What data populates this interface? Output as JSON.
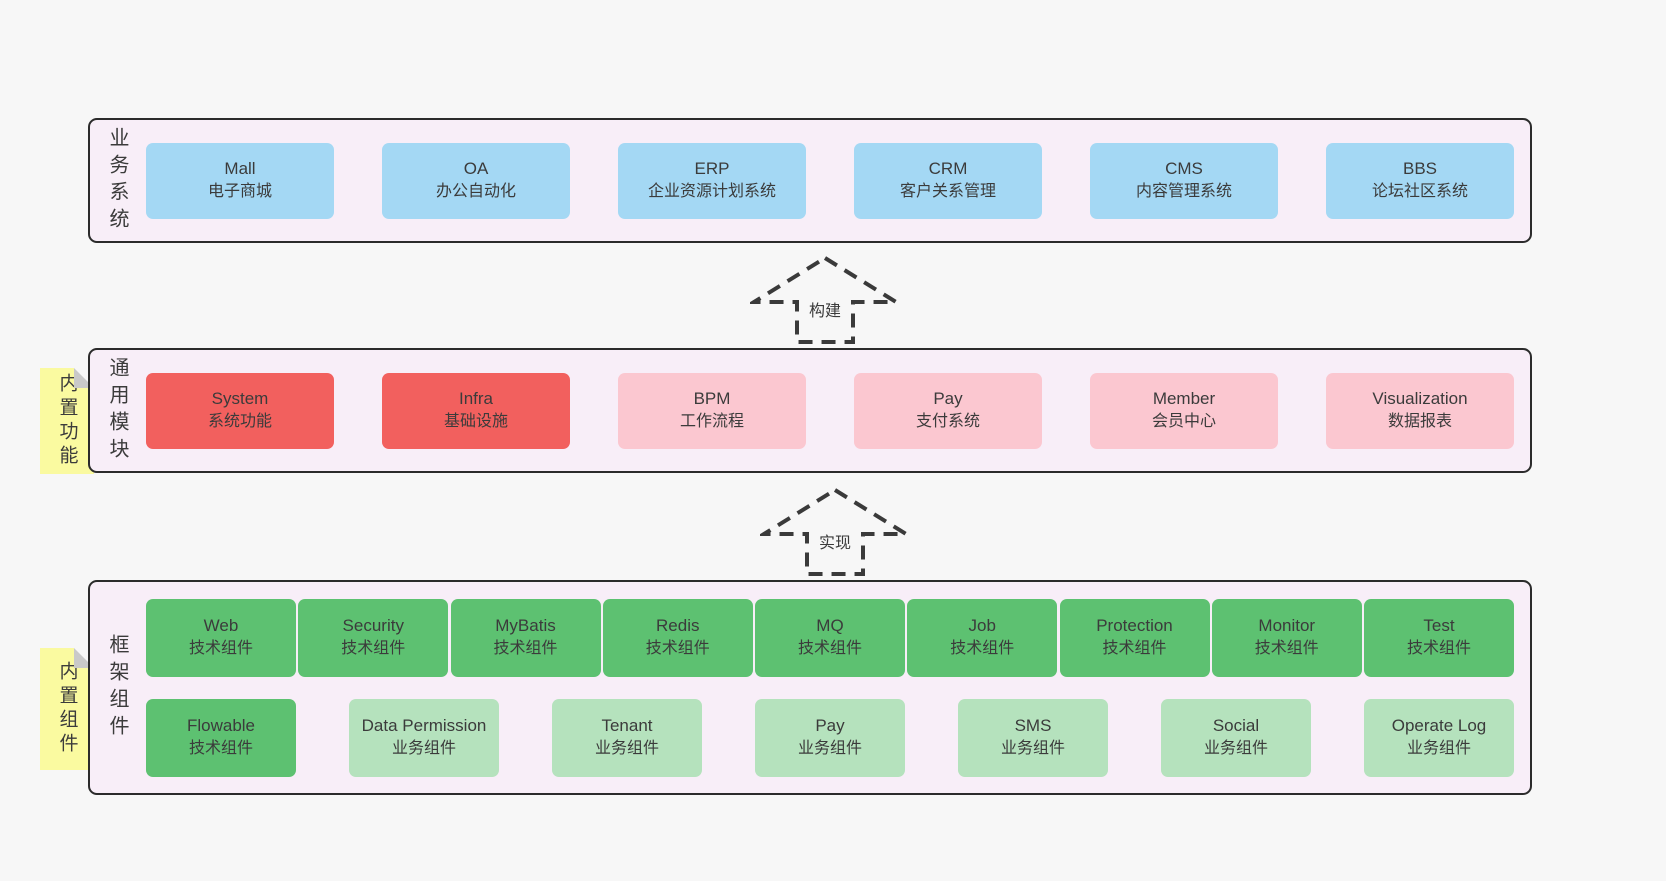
{
  "colors": {
    "page_bg": "#f7f7f7",
    "band_bg": "#f8eef8",
    "band_border": "#2b2b2b",
    "blue_box": "#a4d8f4",
    "red_box": "#f2605e",
    "pink_box": "#fbc7d0",
    "green_box": "#5dc171",
    "light_green_box": "#b5e2bd",
    "note_bg": "#fafaa0",
    "note_fold": "#c9c9c9",
    "text": "#3b3b3b"
  },
  "arrows": [
    {
      "label": "构建"
    },
    {
      "label": "实现"
    }
  ],
  "bands": [
    {
      "label": "业务系统",
      "boxes": [
        {
          "name": "Mall",
          "desc": "电子商城"
        },
        {
          "name": "OA",
          "desc": "办公自动化"
        },
        {
          "name": "ERP",
          "desc": "企业资源计划系统"
        },
        {
          "name": "CRM",
          "desc": "客户关系管理"
        },
        {
          "name": "CMS",
          "desc": "内容管理系统"
        },
        {
          "name": "BBS",
          "desc": "论坛社区系统"
        }
      ]
    },
    {
      "label": "通用模块",
      "note": "内置功能",
      "boxes": [
        {
          "name": "System",
          "desc": "系统功能"
        },
        {
          "name": "Infra",
          "desc": "基础设施"
        },
        {
          "name": "BPM",
          "desc": "工作流程"
        },
        {
          "name": "Pay",
          "desc": "支付系统"
        },
        {
          "name": "Member",
          "desc": "会员中心"
        },
        {
          "name": "Visualization",
          "desc": "数据报表"
        }
      ]
    },
    {
      "label": "框架组件",
      "note": "内置组件",
      "boxes": [
        {
          "name": "Web",
          "desc": "技术组件"
        },
        {
          "name": "Security",
          "desc": "技术组件"
        },
        {
          "name": "MyBatis",
          "desc": "技术组件"
        },
        {
          "name": "Redis",
          "desc": "技术组件"
        },
        {
          "name": "MQ",
          "desc": "技术组件"
        },
        {
          "name": "Job",
          "desc": "技术组件"
        },
        {
          "name": "Protection",
          "desc": "技术组件"
        },
        {
          "name": "Monitor",
          "desc": "技术组件"
        },
        {
          "name": "Test",
          "desc": "技术组件"
        },
        {
          "name": "Flowable",
          "desc": "技术组件"
        },
        {
          "name": "Data Permission",
          "desc": "业务组件"
        },
        {
          "name": "Tenant",
          "desc": "业务组件"
        },
        {
          "name": "Pay",
          "desc": "业务组件"
        },
        {
          "name": "SMS",
          "desc": "业务组件"
        },
        {
          "name": "Social",
          "desc": "业务组件"
        },
        {
          "name": "Operate Log",
          "desc": "业务组件"
        }
      ]
    }
  ]
}
